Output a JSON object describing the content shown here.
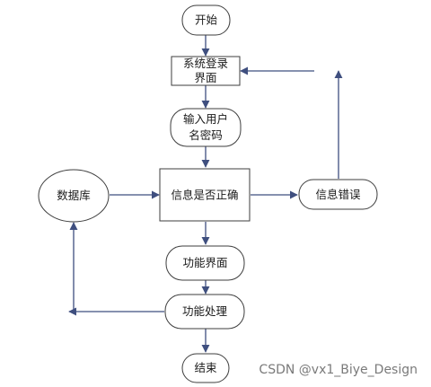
{
  "diagram": {
    "nodes": {
      "start": {
        "label": "开始"
      },
      "login": {
        "line1": "系统登录",
        "line2": "界面"
      },
      "input": {
        "line1": "输入用户",
        "line2": "名密码"
      },
      "check": {
        "label": "信息是否正确"
      },
      "database": {
        "label": "数据库"
      },
      "error": {
        "label": "信息错误"
      },
      "function_ui": {
        "label": "功能界面"
      },
      "processing": {
        "label": "功能处理"
      },
      "end": {
        "label": "结束"
      }
    },
    "edges": [
      {
        "from": "start",
        "to": "login"
      },
      {
        "from": "login",
        "to": "input"
      },
      {
        "from": "input",
        "to": "check"
      },
      {
        "from": "database",
        "to": "check"
      },
      {
        "from": "check",
        "to": "error"
      },
      {
        "from": "error",
        "to": "login"
      },
      {
        "from": "check",
        "to": "function_ui"
      },
      {
        "from": "function_ui",
        "to": "processing"
      },
      {
        "from": "processing",
        "to": "database"
      },
      {
        "from": "processing",
        "to": "end"
      }
    ]
  },
  "watermark": "CSDN @vx1_Biye_Design",
  "colors": {
    "arrow": "#3f4f7f",
    "shape_stroke": "#3d3d3d",
    "watermark": "#7a7a7a"
  }
}
